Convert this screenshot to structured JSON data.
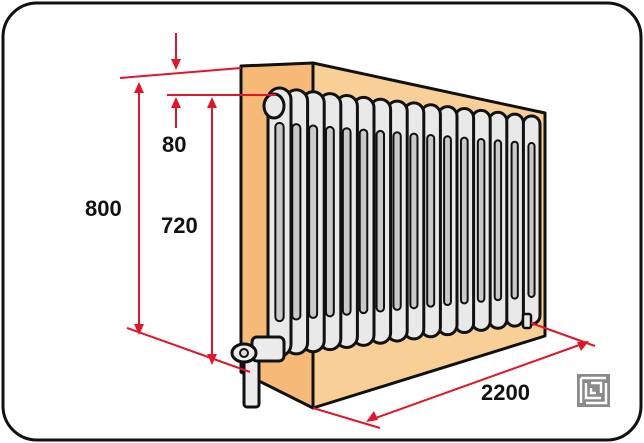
{
  "dimensions": {
    "total_height": "800",
    "top_offset": "80",
    "radiator_height": "720",
    "width": "2200"
  },
  "radiator": {
    "section_count": 16
  },
  "colors": {
    "frame": "#111111",
    "dimension_line": "#e0162b",
    "wall_recess": "#f7c98a",
    "radiator_body": "#e9e9e9",
    "radiator_shadow": "#c9c9c9"
  },
  "logo": {
    "icon": "maze-logo-icon"
  }
}
